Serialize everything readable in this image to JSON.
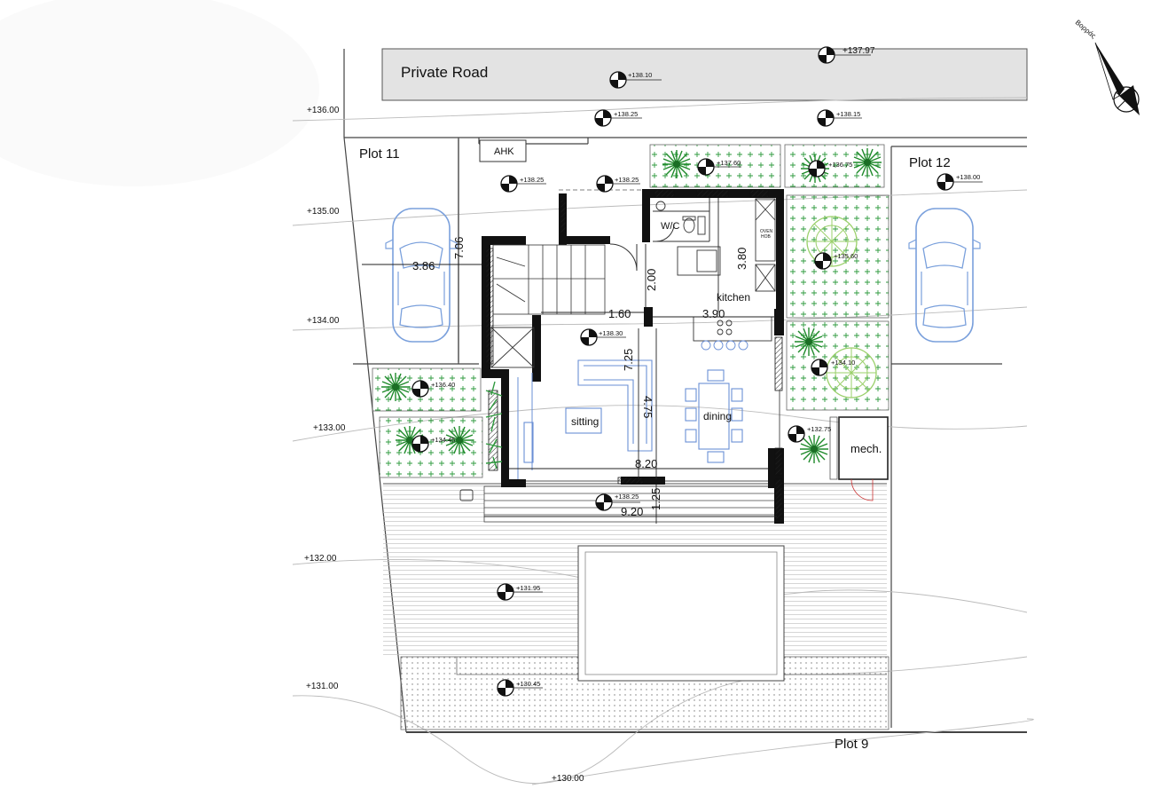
{
  "plan": {
    "north_label": "Βορράς",
    "road_label": "Private Road",
    "plots": {
      "p11": "Plot 11",
      "p12": "Plot 12",
      "p9": "Plot 9"
    },
    "contours": [
      {
        "id": "c136",
        "label": "+136.00"
      },
      {
        "id": "c135",
        "label": "+135.00"
      },
      {
        "id": "c134",
        "label": "+134.00"
      },
      {
        "id": "c133",
        "label": "+133.00"
      },
      {
        "id": "c132",
        "label": "+132.00"
      },
      {
        "id": "c131",
        "label": "+131.00"
      },
      {
        "id": "c130",
        "label": "+130.00"
      }
    ],
    "levels": [
      {
        "id": "l13797",
        "label": "+137.97"
      },
      {
        "id": "l13810",
        "label": "+138.10"
      },
      {
        "id": "l13825a",
        "label": "+138.25"
      },
      {
        "id": "l13815",
        "label": "+138.15"
      },
      {
        "id": "l13825b",
        "label": "+138.25"
      },
      {
        "id": "l13825c",
        "label": "+138.25"
      },
      {
        "id": "l13760",
        "label": "+137.60"
      },
      {
        "id": "l13675",
        "label": "+136.75"
      },
      {
        "id": "l13800",
        "label": "+138.00"
      },
      {
        "id": "l13560",
        "label": "+135.60"
      },
      {
        "id": "l13830",
        "label": "+138.30"
      },
      {
        "id": "l13410",
        "label": "+134.10"
      },
      {
        "id": "l13640",
        "label": "+136.40"
      },
      {
        "id": "l13445",
        "label": "+134.45"
      },
      {
        "id": "l13275",
        "label": "+132.75"
      },
      {
        "id": "l13825d",
        "label": "+138.25"
      },
      {
        "id": "l13195",
        "label": "+131.95"
      },
      {
        "id": "l13045",
        "label": "+130.45"
      }
    ],
    "rooms": {
      "wc": "W/C",
      "kitchen": "kitchen",
      "sitting": "sitting",
      "dining": "dining",
      "mech": "mech.",
      "ahk": "AHK",
      "oven": "OVEN",
      "hob": "HOB"
    },
    "dimensions": {
      "d386": "3.86",
      "d706": "7.06",
      "d200": "2.00",
      "d380": "3.80",
      "d160": "1.60",
      "d390": "3.90",
      "d725": "7.25",
      "d475": "4.75",
      "d820": "8.20",
      "d920": "9.20",
      "d125": "1.25"
    }
  }
}
